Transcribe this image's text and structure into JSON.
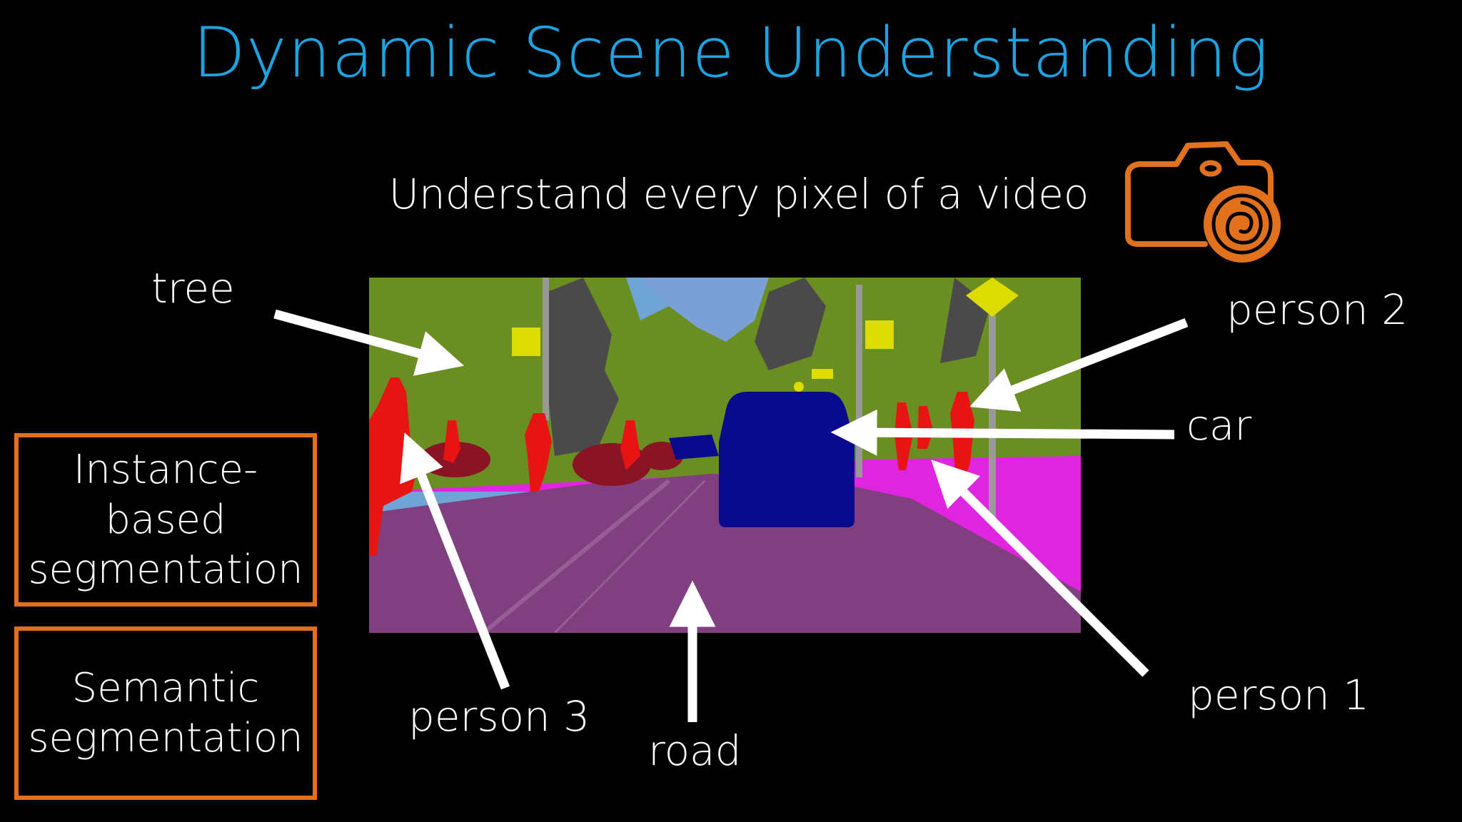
{
  "slide": {
    "title": "Dynamic Scene Understanding",
    "subtitle": "Understand every pixel of a video"
  },
  "labels": {
    "tree": "tree",
    "person_2": "person 2",
    "car": "car",
    "person_1": "person 1",
    "person_3": "person 3",
    "road": "road"
  },
  "boxes": {
    "instance": {
      "line1": "Instance-",
      "line2": "based",
      "line3": "segmentation"
    },
    "semantic": {
      "line1": "Semantic",
      "line2": "segmentation"
    }
  },
  "icons": {
    "camera": "camera-icon"
  },
  "colors": {
    "title": "#1ea3e2",
    "text": "#ffffff",
    "accent": "#e2711d",
    "background": "#000000",
    "seg_sky": "#6fa5d6",
    "seg_vegetation": "#6b8e23",
    "seg_building": "#464646",
    "seg_road": "#80407f",
    "seg_sidewalk": "#e025e0",
    "seg_person": "#e81414",
    "seg_bicycle": "#8a1424",
    "seg_car": "#0a0a8e",
    "seg_sign": "#dcdc00",
    "seg_pole": "#999999"
  }
}
